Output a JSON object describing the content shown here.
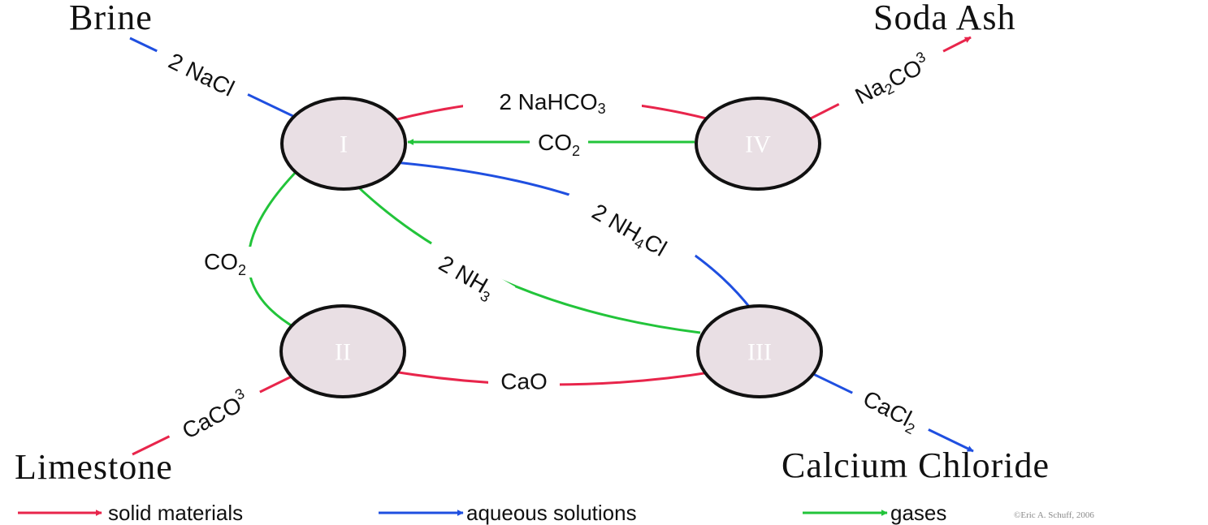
{
  "colors": {
    "solid": "#e8254b",
    "aqueous": "#1f4fe0",
    "gas": "#22c43a"
  },
  "inputs": {
    "brine": "Brine",
    "limestone": "Limestone"
  },
  "outputs": {
    "soda_ash": "Soda Ash",
    "calcium_chloride": "Calcium Chloride"
  },
  "nodes": {
    "n1": "I",
    "n2": "II",
    "n3": "III",
    "n4": "IV"
  },
  "flows": {
    "nacl": {
      "main": "2 NaCl"
    },
    "nahco3": {
      "main": "2 NaHCO",
      "sub": "3"
    },
    "co2_top": {
      "main": "CO",
      "sub": "2"
    },
    "na2co3": {
      "a": "Na",
      "b": "2",
      "c": "CO",
      "d": "3"
    },
    "nh4cl": {
      "a": "2 NH",
      "b": "4",
      "c": "Cl"
    },
    "co2_left": {
      "main": "CO",
      "sub": "2"
    },
    "nh3": {
      "main": "2 NH",
      "sub": "3"
    },
    "cao": {
      "main": "CaO"
    },
    "caco3": {
      "main": "CaCO",
      "sub": "3"
    },
    "cacl2": {
      "main": "CaCl",
      "sub": "2"
    }
  },
  "legend": {
    "solid": "solid materials",
    "aqueous": "aqueous solutions",
    "gas": "gases",
    "credit": "©Eric A. Schuff, 2006"
  }
}
